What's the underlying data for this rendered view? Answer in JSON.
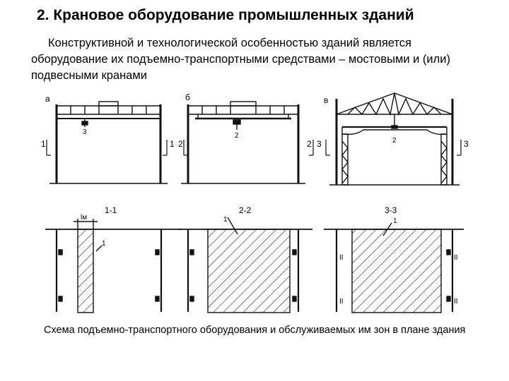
{
  "title": "2. Крановое оборудование промышленных зданий",
  "intro": {
    "line1": "Конструктивной и технологической особенностью зданий является",
    "rest": "оборудование их подъемно-транспортными средствами – мостовыми и (или) подвесными кранами"
  },
  "figure": {
    "section_letters": [
      "а",
      "б",
      "в"
    ],
    "section_marks": [
      "1",
      "1",
      "2",
      "2",
      "3",
      "3"
    ],
    "plan_titles": [
      "1-1",
      "2-2",
      "3-3"
    ],
    "dim_label": "lм",
    "crane_labels": [
      "3",
      "2",
      "2"
    ],
    "zone_labels": [
      "1",
      "1",
      "1"
    ],
    "roman_marks": [
      "II",
      "II",
      "II",
      "II"
    ]
  },
  "caption": "Схема подъемно-транспортного оборудования и обслуживаемых им зон в плане здания"
}
